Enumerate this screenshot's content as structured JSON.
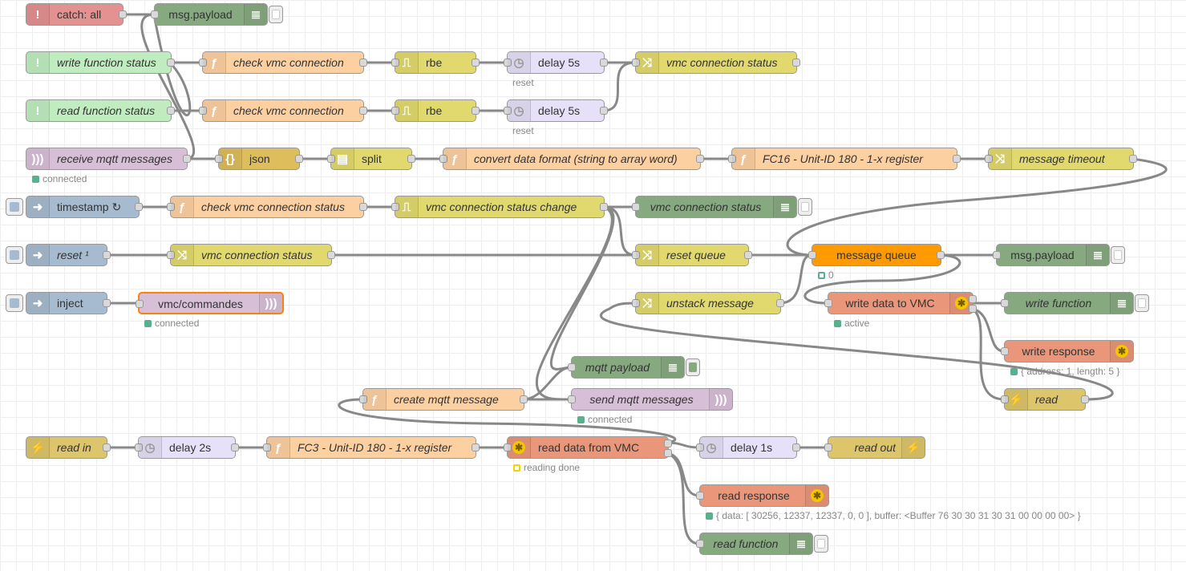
{
  "colors": {
    "catch": "#e49191",
    "debug": "#87a980",
    "status": "#c0edc0",
    "function": "#fdd0a2",
    "rbe": "#e2d96e",
    "delay": "#e6e0f8",
    "change": "#e2d96e",
    "mqtt": "#d8bfd8",
    "json": "#debd5c",
    "split": "#e2d96e",
    "inject": "#a6bbcf",
    "queue": "#ff9a00",
    "modbus": "#e9967a",
    "link": "#ddc56b",
    "wire": "#888888",
    "connected": "#5aaf8d"
  },
  "nodes": {
    "catch_all": {
      "label": "catch: all",
      "icon": "alert-icon"
    },
    "debug_payload_1": {
      "label": "msg.payload",
      "icon": "list-icon"
    },
    "write_function_status": {
      "label": "write function status",
      "icon": "alert-icon"
    },
    "check_vmc_1": {
      "label": "check vmc connection",
      "icon": "function-icon"
    },
    "rbe_1": {
      "label": "rbe",
      "icon": "rbe-icon"
    },
    "delay5_1": {
      "label": "delay 5s",
      "sub": "reset",
      "icon": "timer-icon"
    },
    "vmc_conn_status_change": {
      "label": "vmc connection status",
      "icon": "shuffle-icon"
    },
    "read_function_status": {
      "label": "read function status",
      "icon": "alert-icon"
    },
    "check_vmc_2": {
      "label": "check vmc connection",
      "icon": "function-icon"
    },
    "rbe_2": {
      "label": "rbe",
      "icon": "rbe-icon"
    },
    "delay5_2": {
      "label": "delay 5s",
      "sub": "reset",
      "icon": "timer-icon"
    },
    "receive_mqtt": {
      "label": "receive mqtt messages",
      "status": "connected",
      "icon": "mqtt-icon"
    },
    "json": {
      "label": "json",
      "icon": "json-icon"
    },
    "split": {
      "label": "split",
      "icon": "split-icon"
    },
    "convert_data": {
      "label": "convert data format (string to array word)",
      "icon": "function-icon"
    },
    "fc16": {
      "label": "FC16 - Unit-ID 180 - 1-x register",
      "icon": "function-icon"
    },
    "message_timeout": {
      "label": "message timeout",
      "icon": "shuffle-icon"
    },
    "timestamp": {
      "label": "timestamp ↻",
      "icon": "inject-arrow-icon"
    },
    "check_vmc_status": {
      "label": "check vmc connection status",
      "icon": "function-icon"
    },
    "vmc_status_change": {
      "label": "vmc connection status change",
      "icon": "rbe-icon"
    },
    "debug_vmc_status": {
      "label": "vmc connection status",
      "icon": "list-icon"
    },
    "reset": {
      "label": "reset ¹",
      "icon": "inject-arrow-icon"
    },
    "vmc_conn_status_2": {
      "label": "vmc connection status",
      "icon": "shuffle-icon"
    },
    "reset_queue": {
      "label": "reset queue",
      "icon": "shuffle-icon"
    },
    "message_queue": {
      "label": "message queue",
      "status": "0"
    },
    "debug_payload_2": {
      "label": "msg.payload",
      "icon": "list-icon"
    },
    "inject": {
      "label": "inject",
      "icon": "inject-arrow-icon"
    },
    "vmc_commandes": {
      "label": "vmc/commandes",
      "status": "connected",
      "icon": "mqtt-icon"
    },
    "unstack_message": {
      "label": "unstack message",
      "icon": "shuffle-icon"
    },
    "write_data": {
      "label": "write data to VMC",
      "status": "active",
      "icon": "gear-icon"
    },
    "write_function": {
      "label": "write function",
      "icon": "list-icon"
    },
    "write_response": {
      "label": "write response",
      "status": "{ address: 1, length: 5 }",
      "icon": "gear-icon"
    },
    "read_link_in": {
      "label": "read",
      "icon": "link-icon"
    },
    "mqtt_payload": {
      "label": "mqtt payload",
      "icon": "list-icon"
    },
    "create_mqtt": {
      "label": "create mqtt message",
      "icon": "function-icon"
    },
    "send_mqtt": {
      "label": "send mqtt messages",
      "status": "connected",
      "icon": "mqtt-icon"
    },
    "read_in": {
      "label": "read in",
      "icon": "link-icon"
    },
    "delay2": {
      "label": "delay 2s",
      "icon": "timer-icon"
    },
    "fc3": {
      "label": "FC3 - Unit-ID 180 - 1-x register",
      "icon": "function-icon"
    },
    "read_data": {
      "label": "read data from VMC",
      "status": "reading done",
      "icon": "gear-icon"
    },
    "delay1": {
      "label": "delay 1s",
      "icon": "timer-icon"
    },
    "read_out": {
      "label": "read out",
      "icon": "link-icon"
    },
    "read_response": {
      "label": "read response",
      "status": "{ data: [ 30256, 12337, 12337, 0, 0 ], buffer: <Buffer 76 30 30 31 30 31 00 00 00 00> }",
      "icon": "gear-icon"
    },
    "read_function": {
      "label": "read function",
      "icon": "list-icon"
    }
  }
}
